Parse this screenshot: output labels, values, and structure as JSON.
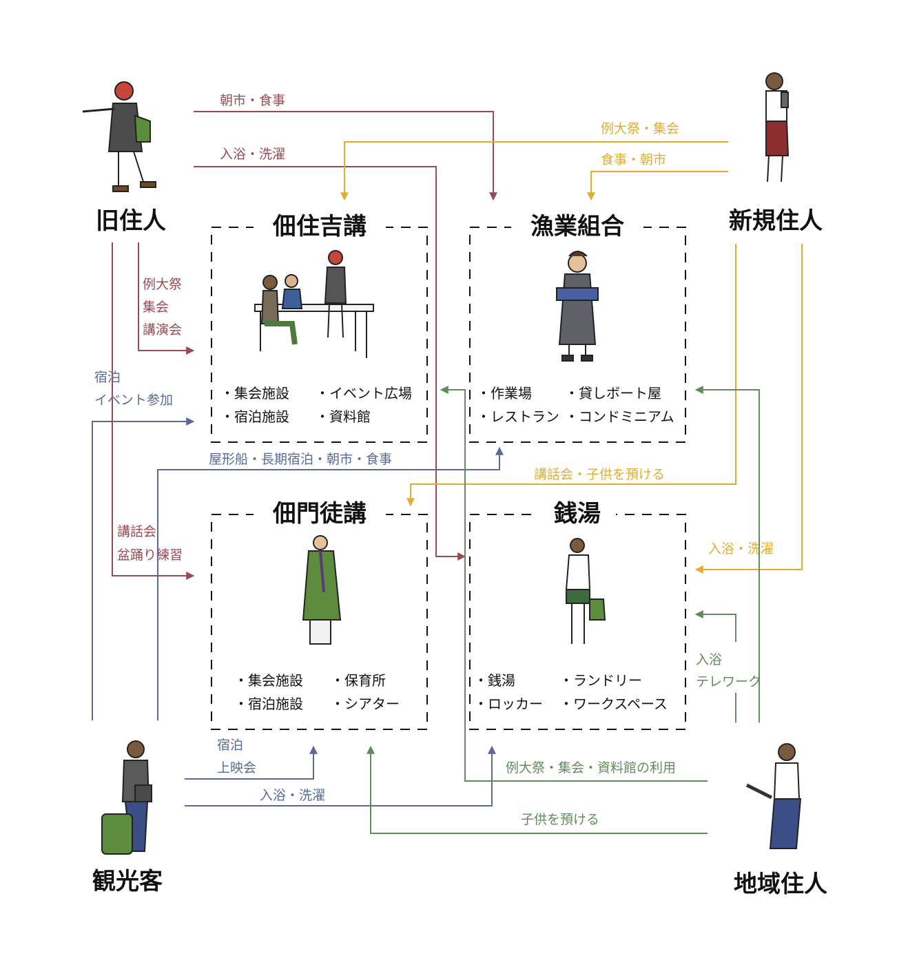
{
  "colors": {
    "old_residents": "#9b4a55",
    "new_residents": "#e2ad2a",
    "local_residents": "#5f8c5b",
    "tourists": "#5a6a98",
    "text": "#111111"
  },
  "actors": {
    "old": "旧住人",
    "new": "新規住人",
    "tourist": "観光客",
    "local": "地域住人"
  },
  "boxes": {
    "tsukuyoshi": {
      "title": "佃住吉講",
      "facilities": [
        "・集会施設",
        "・イベント広場",
        "・宿泊施設",
        "・資料館"
      ]
    },
    "gyogyo": {
      "title": "漁業組合",
      "facilities": [
        "・作業場",
        "・貸しボート屋",
        "・レストラン",
        "・コンドミニアム"
      ]
    },
    "tsukumon": {
      "title": "佃門徒講",
      "facilities": [
        "・集会施設",
        "・保育所",
        "・宿泊施設",
        "・シアター"
      ]
    },
    "sento": {
      "title": "銭湯",
      "facilities": [
        "・銭湯",
        "・ランドリー",
        "・ロッカー",
        "・ワークスペース"
      ]
    }
  },
  "flows": {
    "old": {
      "to_gyogyo": "朝市・食事",
      "to_sento": "入浴・洗濯",
      "to_tsukuyoshi": [
        "例大祭",
        "集会",
        "講演会"
      ],
      "to_tsukumon": [
        "講話会",
        "盆踊り練習"
      ]
    },
    "new": {
      "to_tsukuyoshi": "例大祭・集会",
      "to_gyogyo": "食事・朝市",
      "to_tsukumon": "講話会・子供を預ける",
      "to_sento": "入浴・洗濯"
    },
    "tourist": {
      "to_tsukuyoshi": [
        "宿泊",
        "イベント参加"
      ],
      "to_gyogyo": "屋形船・長期宿泊・朝市・食事",
      "to_tsukumon": [
        "宿泊",
        "上映会"
      ],
      "to_sento": "入浴・洗濯"
    },
    "local": {
      "to_tsukuyoshi": "例大祭・集会・資料館の利用",
      "to_tsukumon": "子供を預ける",
      "to_sento": [
        "入浴",
        "テレワーク"
      ]
    }
  }
}
